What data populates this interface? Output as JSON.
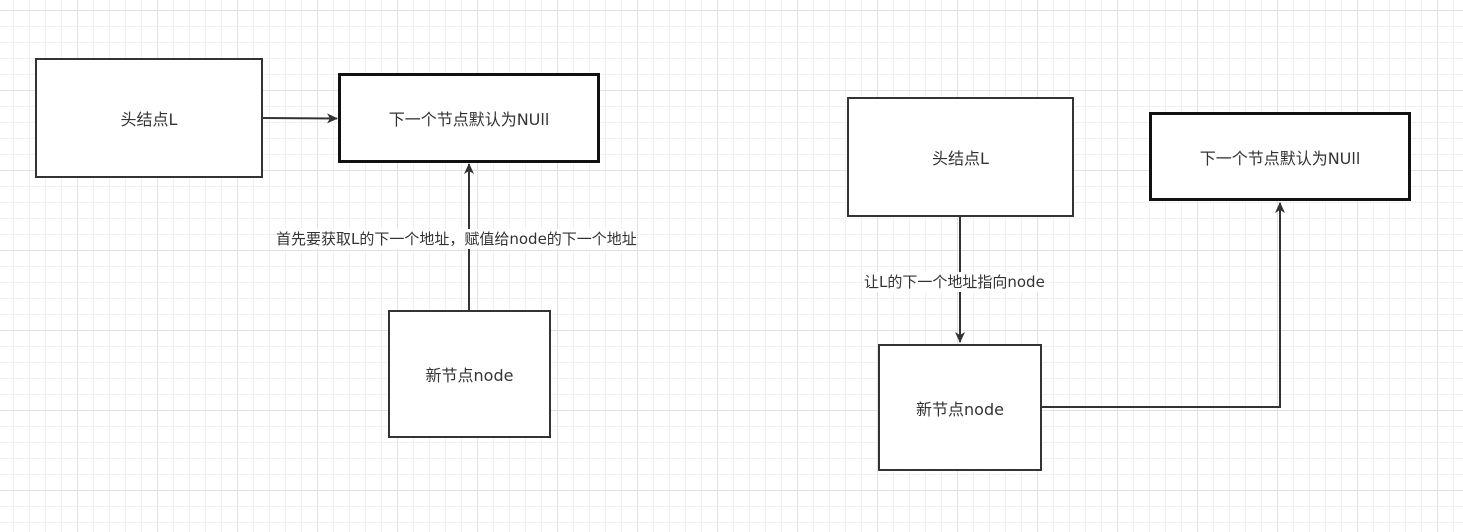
{
  "left": {
    "head_node": "头结点L",
    "next_node": "下一个节点默认为NUll",
    "new_node": "新节点node",
    "edge_label": "首先要获取L的下一个地址，赋值给node的下一个地址"
  },
  "right": {
    "head_node": "头结点L",
    "next_node": "下一个节点默认为NUll",
    "new_node": "新节点node",
    "edge_label": "让L的下一个地址指向node"
  },
  "colors": {
    "stroke": "#333333",
    "grid": "#e2e2e2"
  }
}
